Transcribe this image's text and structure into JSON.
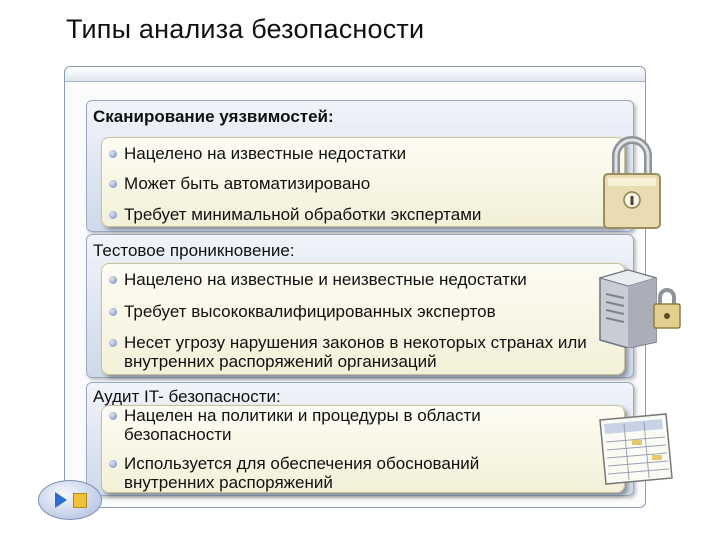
{
  "slide": {
    "title": "Типы анализа безопасности"
  },
  "sections": [
    {
      "heading": "Сканирование уязвимостей:",
      "items": [
        "Нацелено на известные недостатки",
        "Может быть автоматизировано",
        "Требует минимальной обработки экспертами"
      ]
    },
    {
      "heading": "Тестовое проникновение:",
      "items": [
        "Нацелено на известные и неизвестные недостатки",
        "Требует высококвалифицированных экспертов",
        "Несет угрозу нарушения законов в некоторых странах или внутренних распоряжений организаций"
      ]
    },
    {
      "heading": "Аудит IT- безопасности:",
      "items": [
        "Нацелен на политики и процедуры в области безопасности",
        "Используется для обеспечения обоснований внутренних распоряжений"
      ]
    }
  ],
  "icons": {
    "padlock": "padlock-icon",
    "server": "server-lock-icon",
    "document": "checklist-document-icon",
    "nav": "play-stop-navigation-icon"
  }
}
